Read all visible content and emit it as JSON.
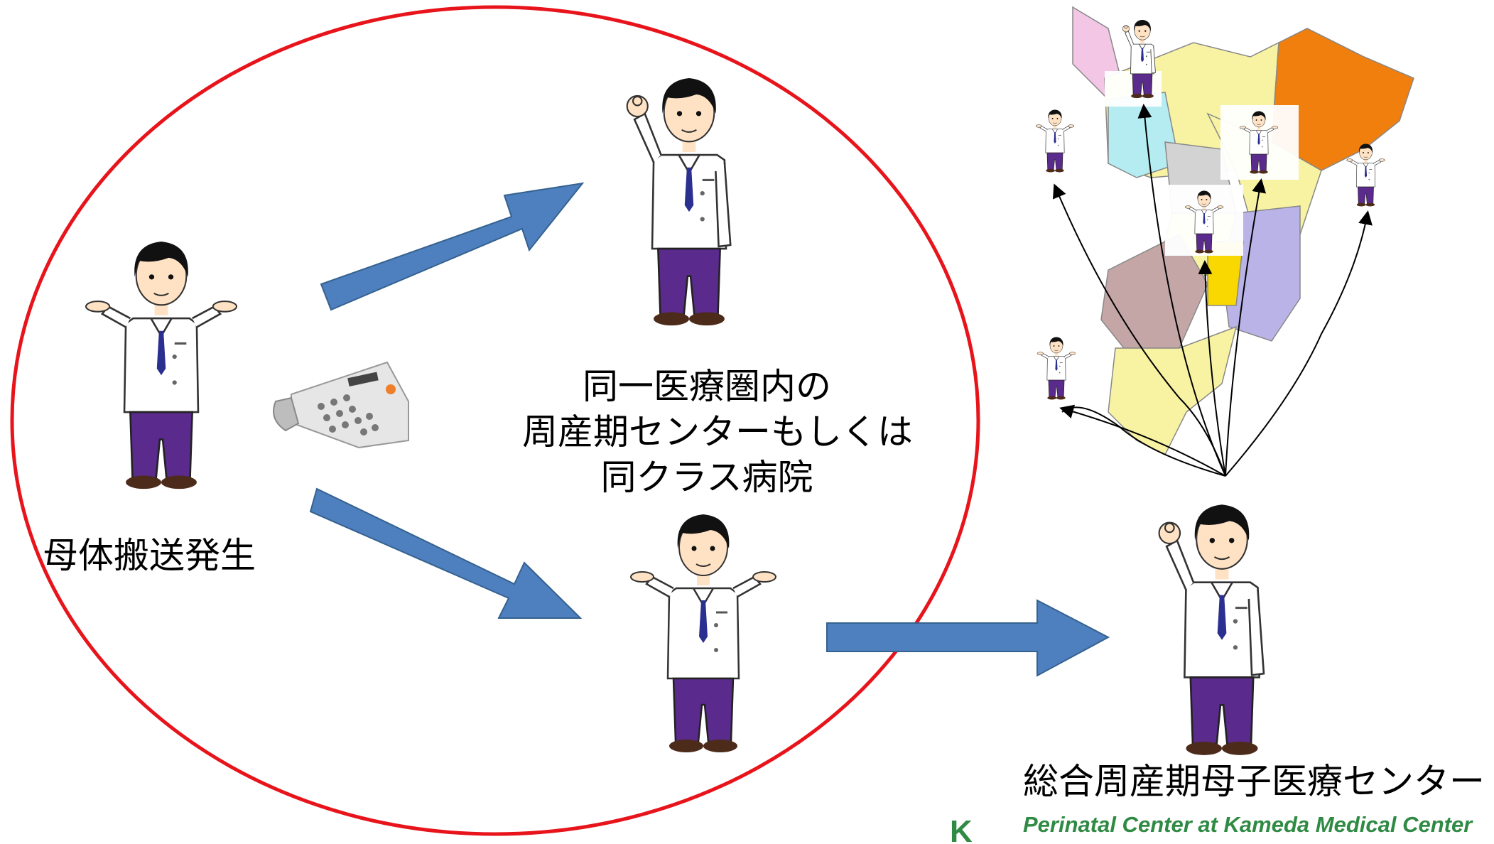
{
  "labels": {
    "origin": "母体搬送発生",
    "local_center_lines": [
      "同一医療圏内の",
      "周産期センターもしくは",
      "同クラス病院"
    ],
    "general_center": "総合周産期母子医療センター"
  },
  "footer": {
    "text": "Perinatal Center at Kameda Medical Center",
    "logo_letter": "K"
  },
  "colors": {
    "circle": "#e8141b",
    "arrow": "#4e7fbe",
    "coat": "#ffffff",
    "trousers": "#5a2a8c",
    "tie": "#2b2f8f",
    "footer": "#2f8a44"
  },
  "icons": {
    "phone": "telephone-icon",
    "map": "prefecture-map"
  }
}
